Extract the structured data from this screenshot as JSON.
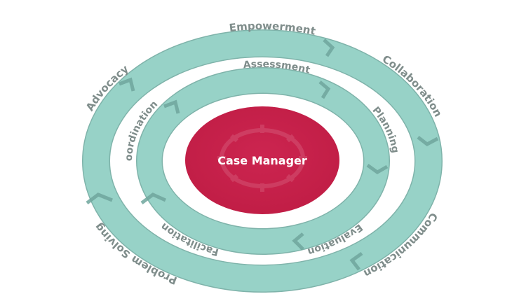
{
  "diagram": {
    "title": "Case Manager roles cycle",
    "center": {
      "label": "Case Manager",
      "color": "#c8204a"
    },
    "ring_color": "#97d2c7",
    "text_color": "#7f8d8b",
    "outer_ring": {
      "labels": [
        "Empowerment",
        "Collaboration",
        "Communication",
        "Problem Solving",
        "Advocacy"
      ]
    },
    "inner_ring": {
      "labels": [
        "Assessment",
        "Planning",
        "Evaluation",
        "Facilitation",
        "Coordination"
      ]
    },
    "flow_direction": "clockwise"
  }
}
